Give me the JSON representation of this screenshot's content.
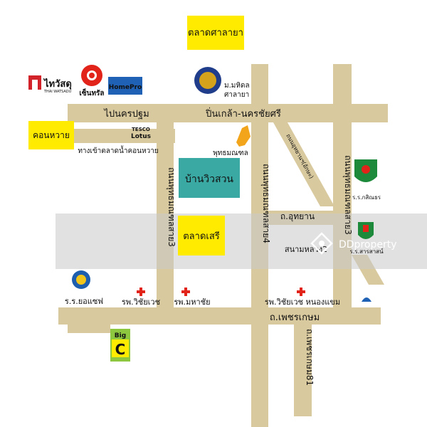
{
  "map": {
    "labels": {
      "top_market": "ตลาดศาลายา",
      "mahidol": "ม.มหิดล",
      "salaya": "ศาลายา",
      "pinklao_nakhonchaisri": "ปิ่นเกล้า-นครชัยศรี",
      "to_nakhon_pathom": "ไปนครปฐม",
      "khlong_khwai": "คอนหวาย",
      "khlong_khwai_market_entrance": "ทางเข้าตลาดน้ำคอนหวาย",
      "buddhamonthon": "พุทธมณฑล",
      "baan_wiw_suan": "บ้านวิวสวน",
      "talad_seri": "ตลาดเสรี",
      "buddhamonthon_sai3": "ถนนพุทธมณฑลสาย3",
      "buddhamonthon_sai4": "ถนนพุทธมณฑลสาย4",
      "buddhamonthon_sai3_right": "ถนนพุทธมณฑลสาย3",
      "diagonal_road": "ถนนอุทยานฯ(อักษะ)",
      "uthayan_road": "ถ.อุทยาน",
      "sanam_luang_2": "สนามหลวง2",
      "kasem_school": "ร.ร.กสิณธร",
      "sarasas_school": "ร.ร.สารสาสน์",
      "yothin_school": "ร.ร.ยอแซฟ",
      "vichaivej_hospital": "รพ.วิชัยเวช",
      "mahachai_hospital": "รพ.มหาชัย",
      "vichaivej_nongkhaem": "รพ.วิชัยเวช หนองแขม",
      "phetkasem_road": "ถ.เพชรเกษม",
      "phetkasem_81": "ถ.เพชรเกษม81"
    },
    "brands": {
      "thaiwatsadu": "ไทวัสดุ",
      "thaiwatsadu_sub": "THAI WATSADU",
      "central": "เซ็นทรัล",
      "homepro": "HomePro",
      "tesco": "TESCO",
      "lotus": "Lotus",
      "bigc_big": "Big",
      "bigc_c": "C"
    },
    "watermark": "DDproperty",
    "colors": {
      "road": "#d9c99e",
      "yellow_box": "#ffeb00",
      "teal_box": "#3aa9a3",
      "watermark_band": "#c8c8c8",
      "red_cross": "#e2231a"
    },
    "icons": [
      "house-icon",
      "sun-logo-icon",
      "seal-icon",
      "golden-statue-icon",
      "school-crest-icon",
      "red-cross-icon",
      "shell-icon"
    ]
  }
}
